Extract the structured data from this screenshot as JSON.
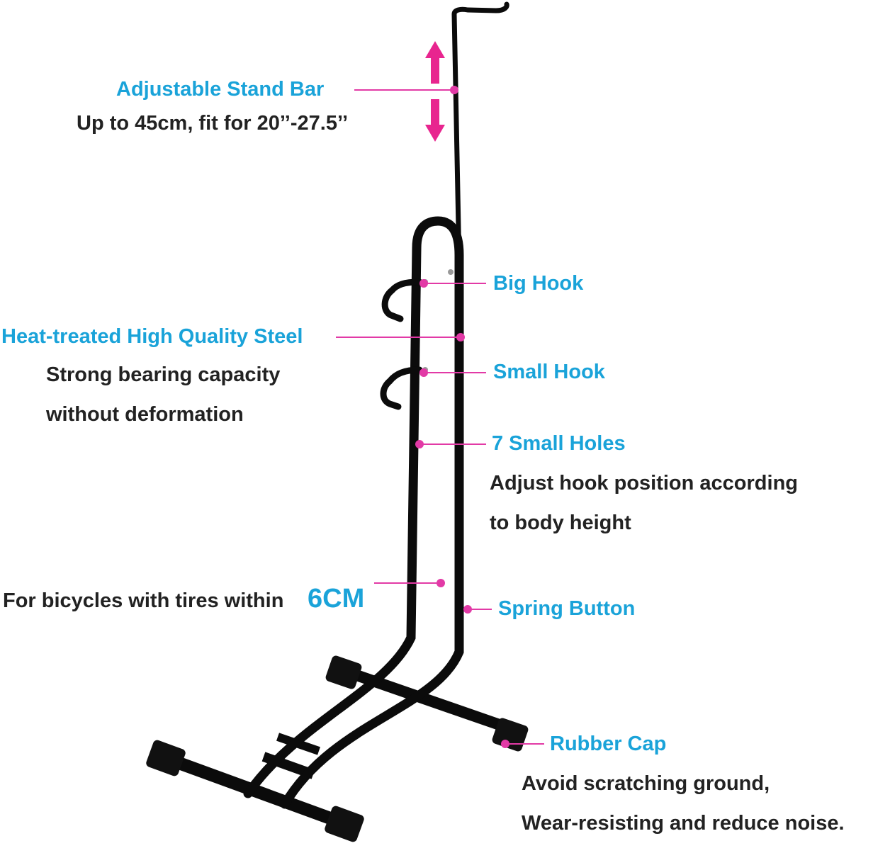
{
  "colors": {
    "label": "#1aa3d9",
    "text": "#222222",
    "leader": "#e23aa6",
    "arrow": "#e8258f",
    "steel": "#0b0b0b"
  },
  "labels": {
    "adjustable_bar": {
      "title": "Adjustable Stand Bar",
      "desc": "Up to 45cm, fit for 20’’-27.5’’"
    },
    "big_hook": {
      "title": "Big Hook"
    },
    "steel": {
      "title": "Heat-treated High Quality Steel",
      "desc_line1": "Strong bearing capacity",
      "desc_line2": "without deformation"
    },
    "small_hook": {
      "title": "Small Hook"
    },
    "small_holes": {
      "title": "7 Small Holes",
      "desc_line1": "Adjust hook position according",
      "desc_line2": "to body height"
    },
    "tires": {
      "text": "For bicycles with tires within",
      "highlight": "6CM"
    },
    "spring_button": {
      "title": "Spring Button"
    },
    "rubber_cap": {
      "title": "Rubber Cap",
      "desc_line1": "Avoid scratching ground,",
      "desc_line2": "Wear-resisting and reduce noise."
    }
  }
}
